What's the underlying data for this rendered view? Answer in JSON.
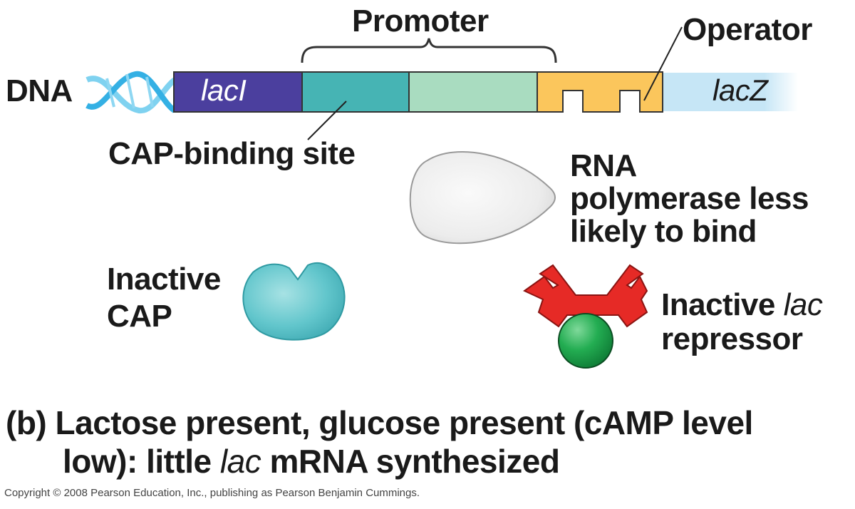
{
  "labels": {
    "promoter": "Promoter",
    "operator": "Operator",
    "dna": "DNA",
    "lacI": "lacI",
    "lacZ": "lacZ",
    "cap_binding_site": "CAP-binding site",
    "rna_polymerase_line1": "RNA",
    "rna_polymerase_line2": "polymerase less",
    "rna_polymerase_line3": "likely to bind",
    "inactive_cap_line1": "Inactive",
    "inactive_cap_line2": "CAP",
    "inactive_repressor_line1_a": "Inactive ",
    "inactive_repressor_line1_b": "lac",
    "inactive_repressor_line2": "repressor"
  },
  "caption": {
    "marker": "(b)",
    "line1": "Lactose present, glucose present (cAMP level",
    "line2_a": "low): little ",
    "line2_b": "lac",
    "line2_c": " mRNA synthesized"
  },
  "copyright": "Copyright © 2008 Pearson Education, Inc., publishing as Pearson Benjamin Cummings.",
  "colors": {
    "lacI": "#4b3f9e",
    "cap_site": "#46b4b4",
    "promoter_rest": "#a9dcc0",
    "operator": "#fbc65c",
    "lacZ": "#c6e6f6",
    "dna_helix": "#3fb8e6",
    "cap_protein": "#5cc4cc",
    "repressor": "#e62a26",
    "inducer": "#1fa84e",
    "polymerase": "#ececec"
  }
}
